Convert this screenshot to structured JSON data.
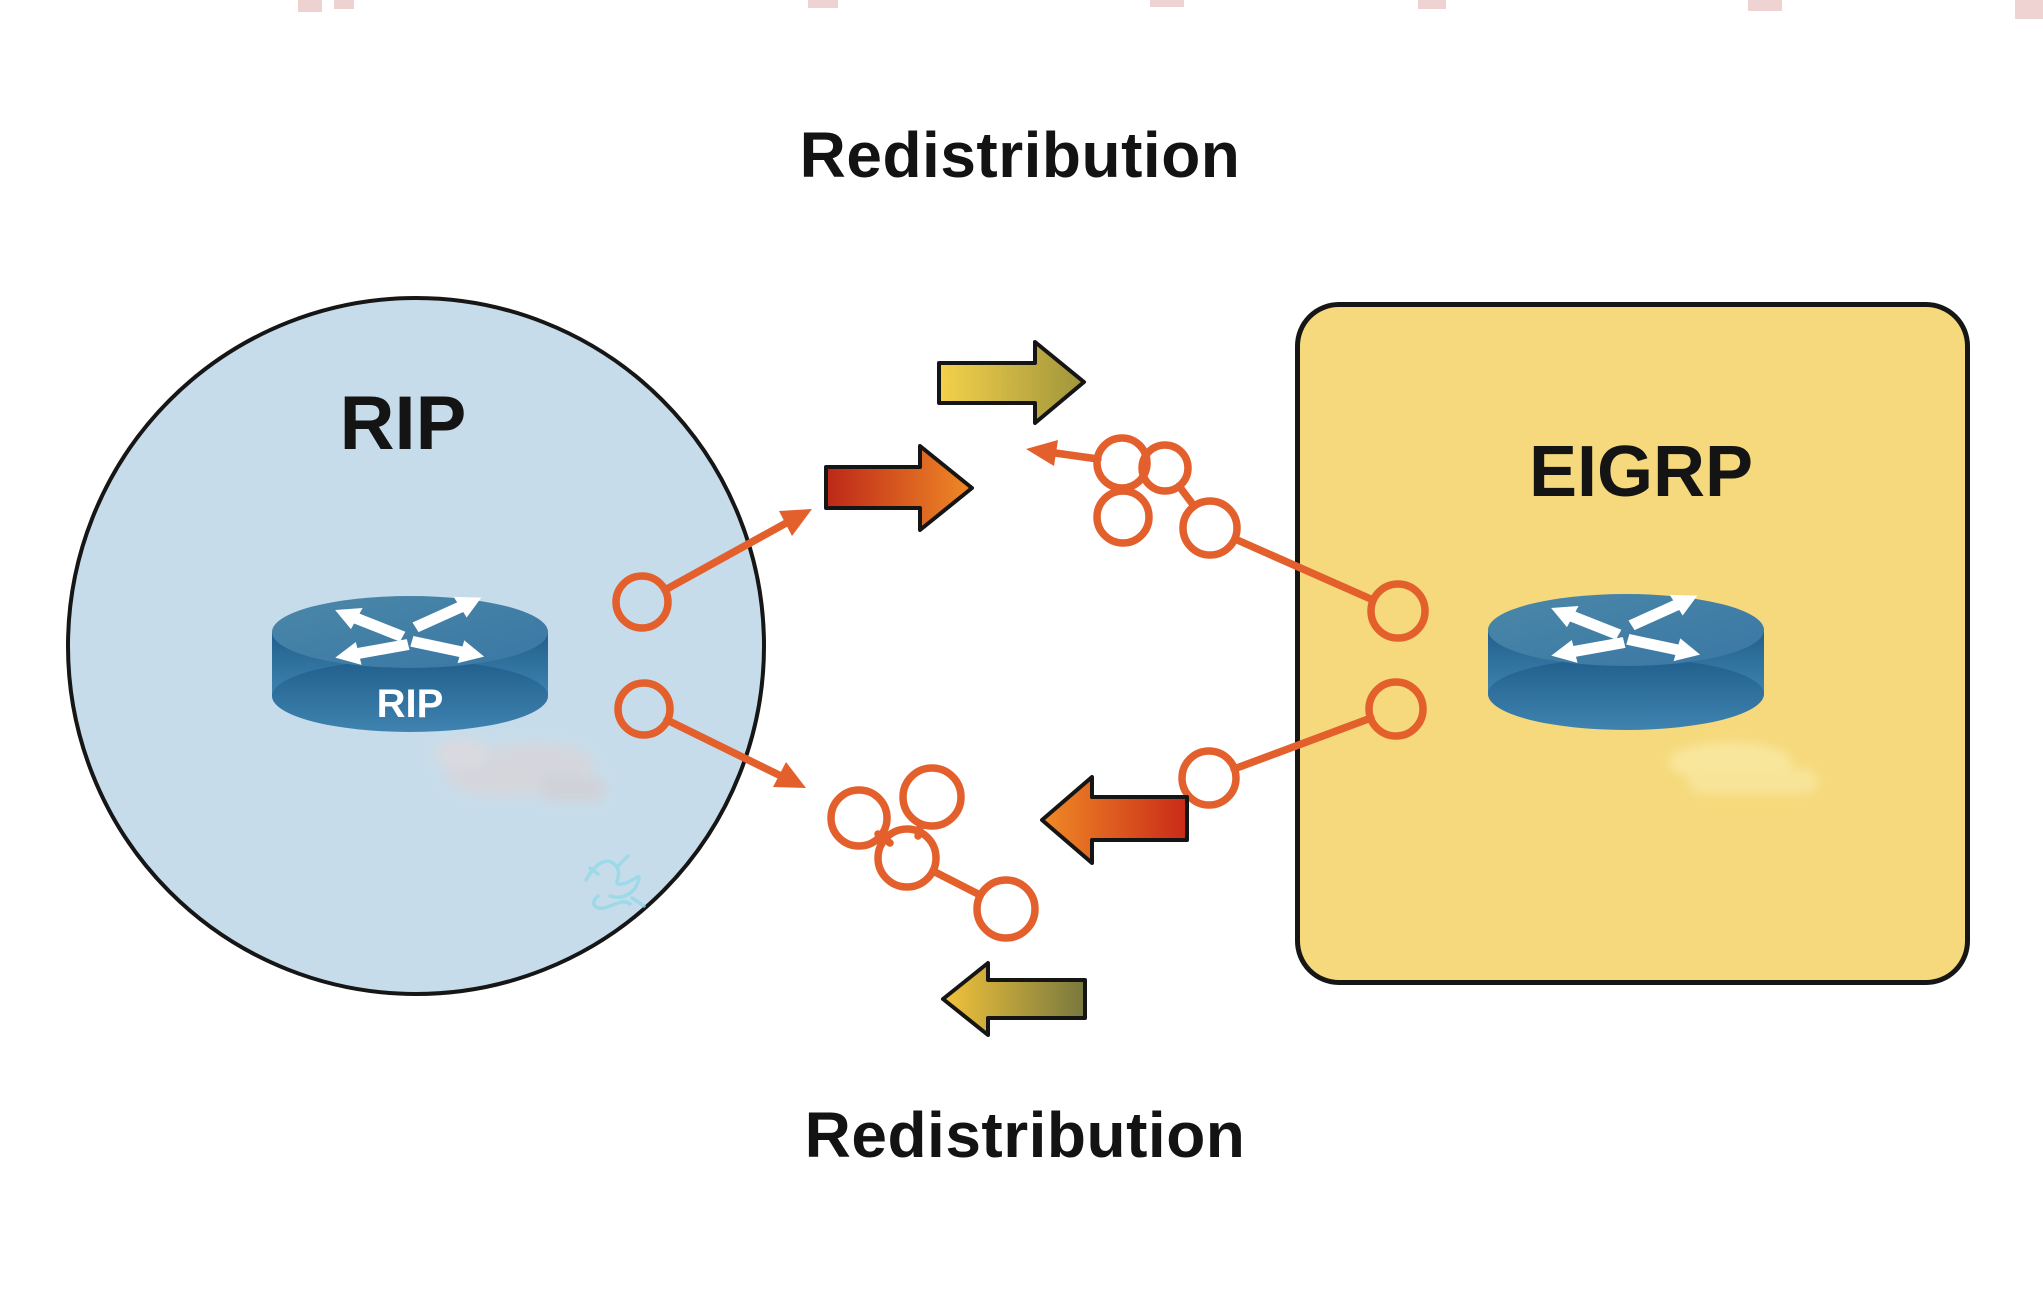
{
  "page": {
    "background": "#ffffff"
  },
  "diagram": {
    "title_top": "Redistribution",
    "title_bottom": "Redistribution",
    "rip_domain": {
      "label": "RIP",
      "shape": "circle",
      "fill": "#c7dcea",
      "router_label": "RIP"
    },
    "eigrp_domain": {
      "label": "EIGRP",
      "shape": "rounded-rectangle",
      "fill": "#f5d97c"
    },
    "connector": {
      "color": "#e35f2c",
      "route_node_circles": 12,
      "meaning": "routes exchanged between protocol domains"
    },
    "block_arrows": [
      {
        "id": "top-upper",
        "direction": "right",
        "gradient_start": "#f4d14a",
        "gradient_end": "#9f953c"
      },
      {
        "id": "top-lower",
        "direction": "right",
        "gradient_start": "#bd2718",
        "gradient_end": "#f08a26"
      },
      {
        "id": "mid-bottom",
        "direction": "left",
        "gradient_start": "#f08a26",
        "gradient_end": "#c92a18"
      },
      {
        "id": "bottom",
        "direction": "left",
        "gradient_start": "#f2c33a",
        "gradient_end": "#78783f"
      }
    ],
    "router_icon_colors": {
      "top": "#4280a6",
      "side_dark": "#215f8c",
      "side_light": "#3f83b0"
    }
  }
}
